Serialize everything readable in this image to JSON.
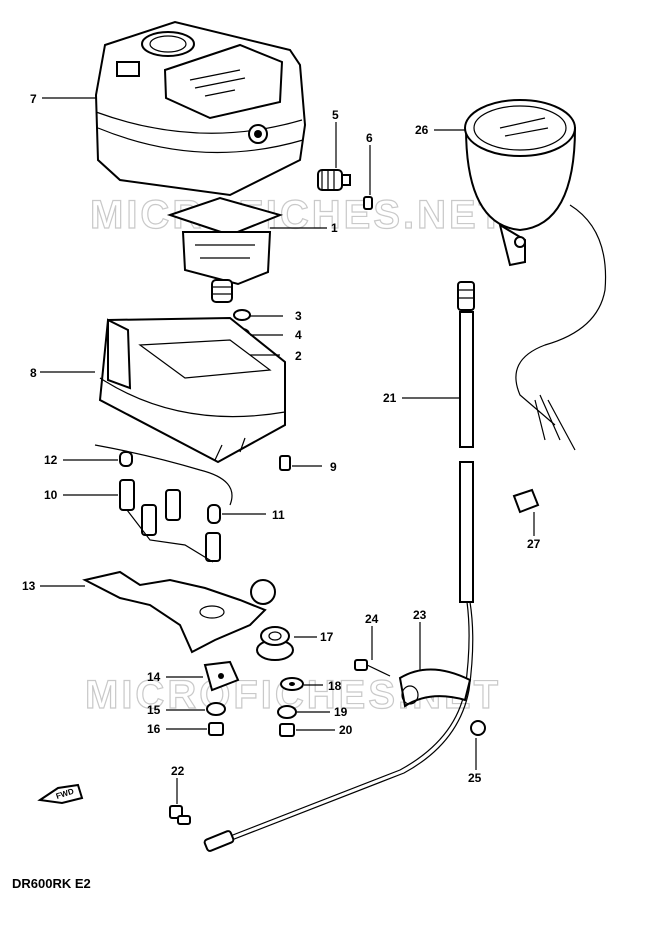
{
  "diagram": {
    "model_code": "DR600RK E2",
    "watermark": "MICROFICHES.NET",
    "fwd_label": "FWD",
    "callouts": [
      "1",
      "2",
      "3",
      "4",
      "5",
      "6",
      "7",
      "8",
      "9",
      "10",
      "11",
      "12",
      "13",
      "14",
      "15",
      "16",
      "17",
      "18",
      "19",
      "20",
      "21",
      "22",
      "23",
      "24",
      "25",
      "26",
      "27"
    ]
  }
}
